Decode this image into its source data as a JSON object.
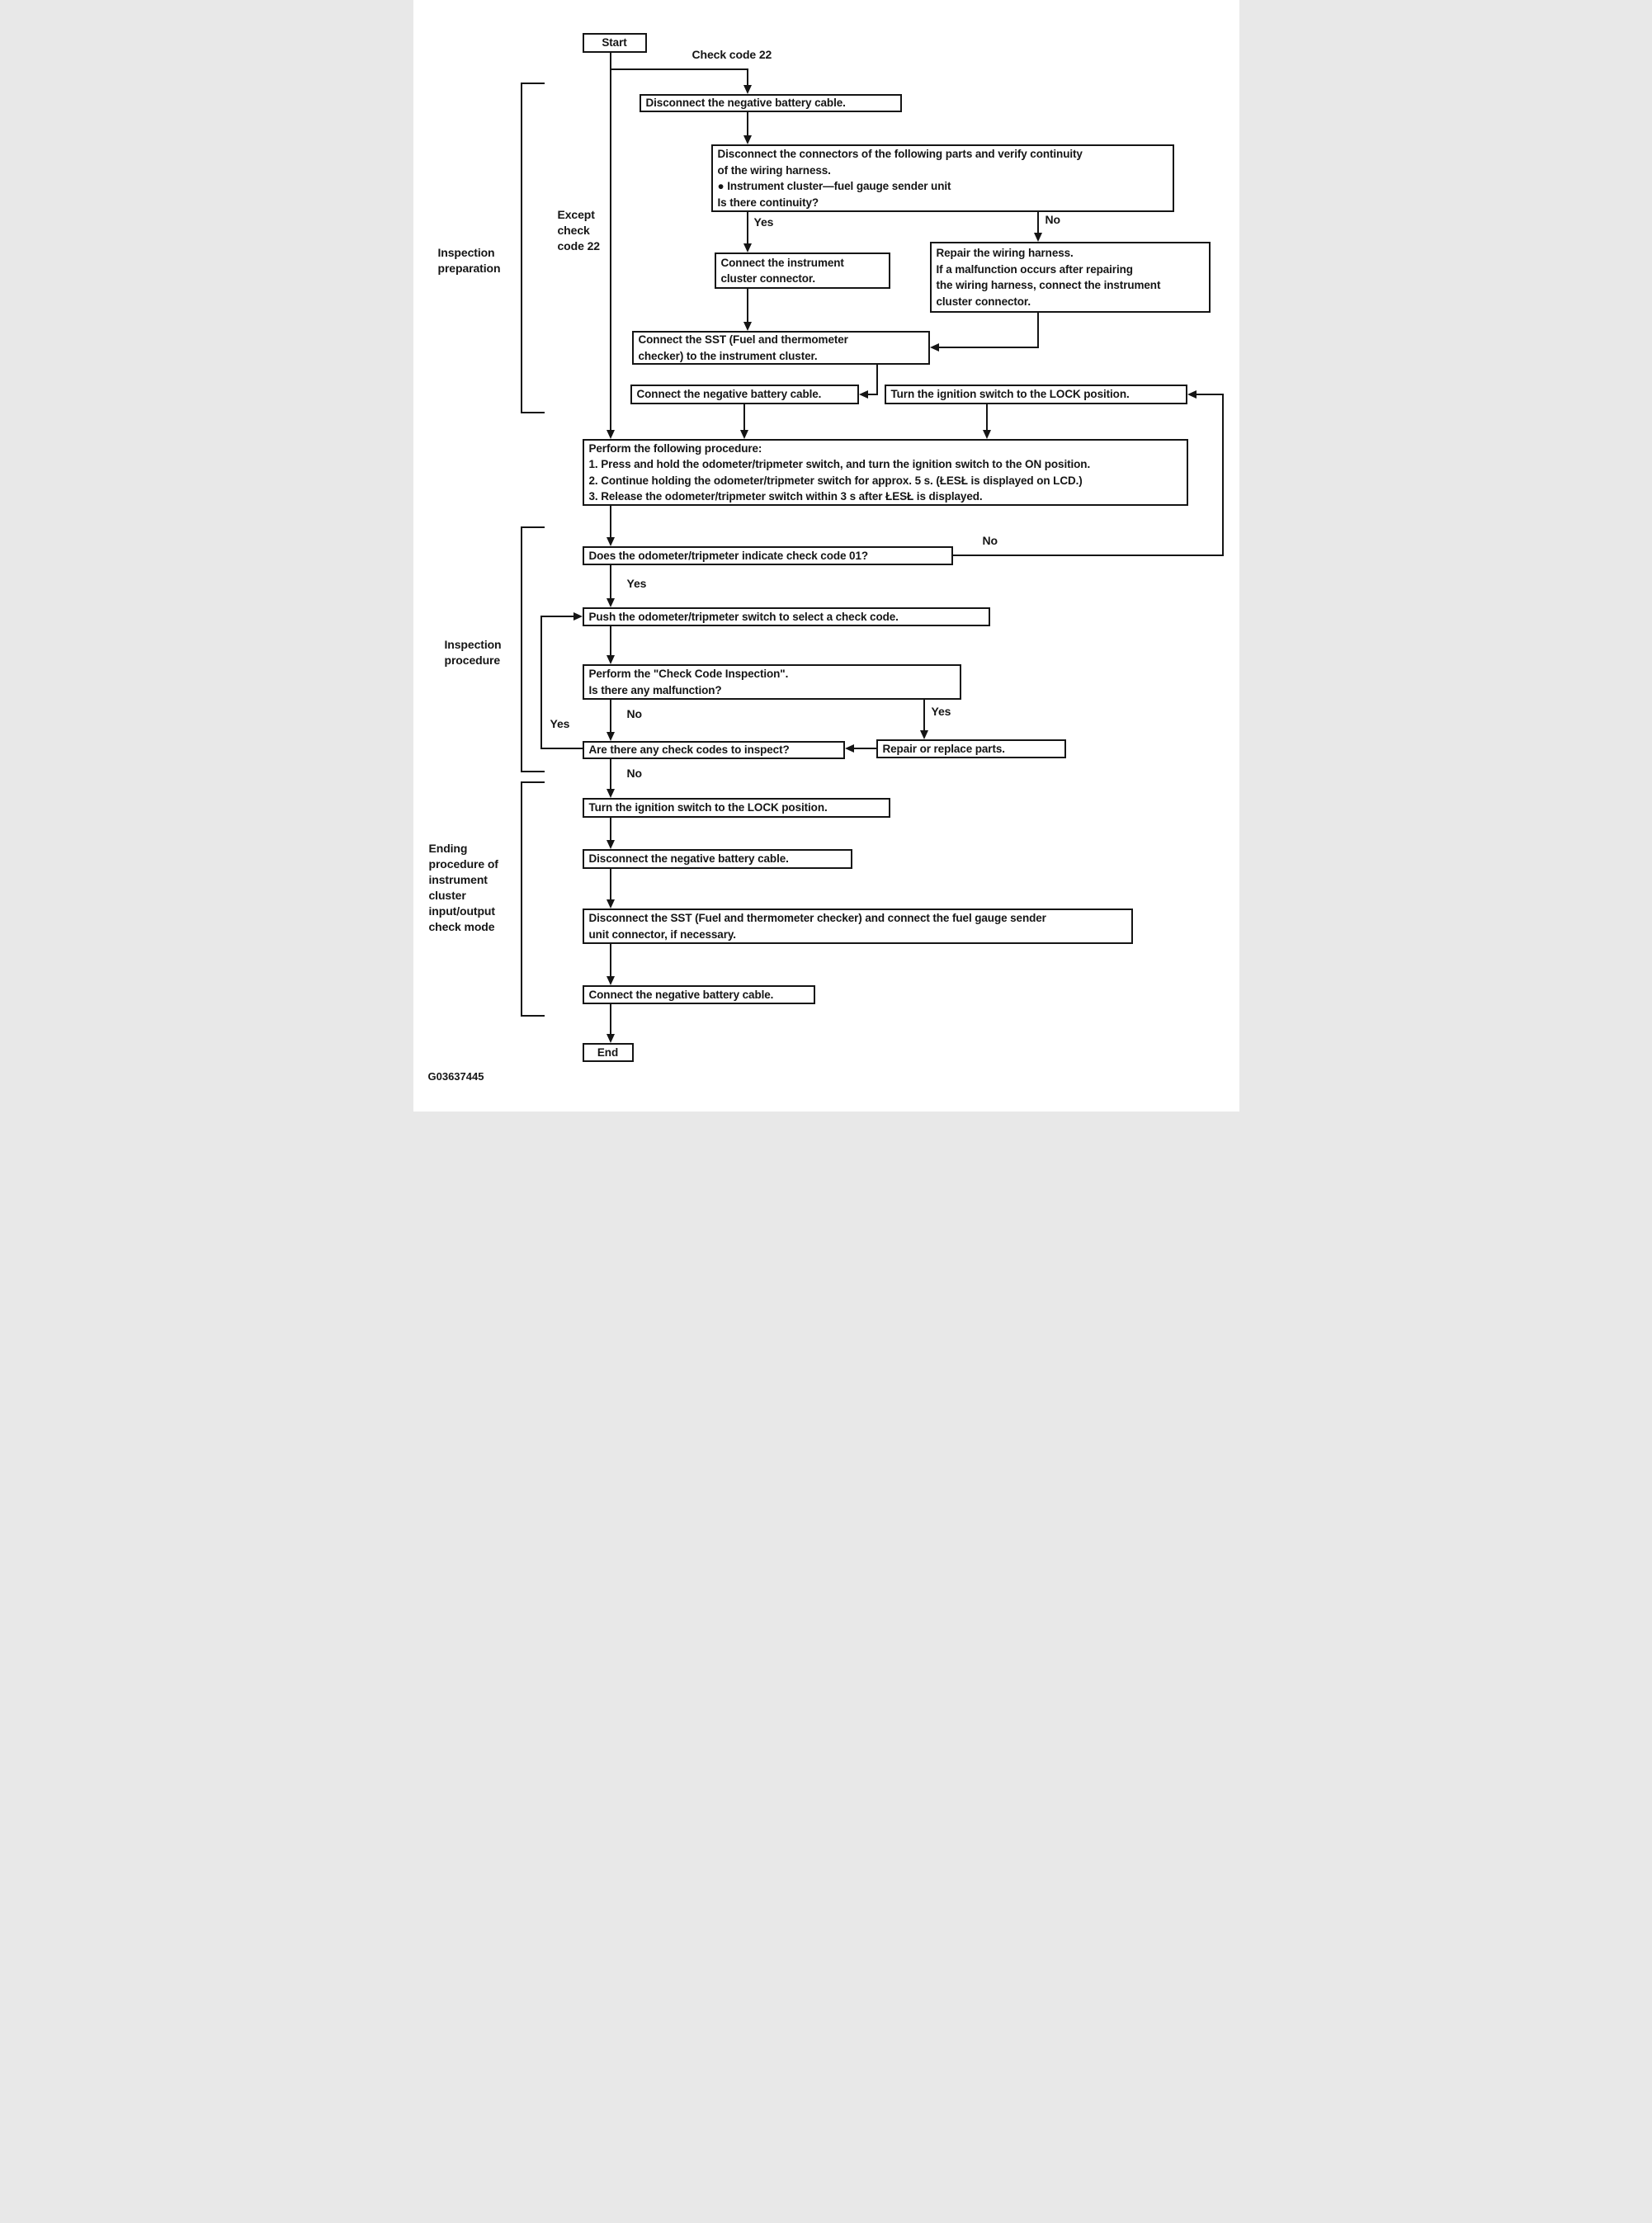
{
  "figure_id": "G03637445",
  "colors": {
    "ink": "#151515",
    "paper": "#ffffff"
  },
  "section_labels": {
    "inspection_preparation": "Inspection\npreparation",
    "except_check_code_22": "Except\ncheck\ncode 22",
    "inspection_procedure": "Inspection\nprocedure",
    "ending_procedure": "Ending\nprocedure of\ninstrument\ncluster\ninput/output\ncheck mode"
  },
  "nodes": {
    "start": "Start",
    "branch_check_code_22": "Check code 22",
    "disconnect_battery_cable_1": "Disconnect the negative battery cable.",
    "verify_continuity": "Disconnect the connectors of the following parts and verify continuity\nof the wiring harness.\n● Instrument cluster—fuel gauge sender unit\nIs there continuity?",
    "connect_cluster_connector": "Connect the instrument\ncluster connector.",
    "repair_wiring_harness": "Repair the wiring harness.\nIf a malfunction occurs after repairing\nthe wiring harness, connect the instrument\ncluster connector.",
    "connect_sst": "Connect the SST (Fuel and thermometer\nchecker) to the instrument cluster.",
    "connect_battery_cable_1": "Connect the negative battery cable.",
    "ignition_lock_1": "Turn the ignition switch to the LOCK position.",
    "perform_procedure": "Perform the following procedure:\n1. Press and hold the odometer/tripmeter switch, and turn the ignition switch to the ON position.\n2. Continue holding the odometer/tripmeter switch for approx. 5 s. (ŁESŁ is displayed on LCD.)\n3. Release the odometer/tripmeter switch within 3 s after ŁESŁ is displayed.",
    "indicates_check_code_01": "Does the odometer/tripmeter indicate check code 01?",
    "push_switch_select_code": "Push the odometer/tripmeter switch to select a check code.",
    "check_code_inspection": "Perform the \"Check Code Inspection\".\nIs there any malfunction?",
    "codes_to_inspect": "Are there any check codes to inspect?",
    "repair_or_replace": "Repair or replace parts.",
    "ignition_lock_2": "Turn the ignition switch to the LOCK position.",
    "disconnect_battery_cable_2": "Disconnect the negative battery cable.",
    "disconnect_sst": "Disconnect the SST (Fuel and thermometer checker) and connect the fuel gauge sender\nunit connector, if necessary.",
    "connect_battery_cable_2": "Connect the negative battery cable.",
    "end": "End"
  },
  "branch_labels": {
    "continuity_yes": "Yes",
    "continuity_no": "No",
    "code01_no": "No",
    "code01_yes": "Yes",
    "malfunction_no": "No",
    "malfunction_yes": "Yes",
    "inspect_more_yes": "Yes",
    "inspect_more_no": "No"
  }
}
